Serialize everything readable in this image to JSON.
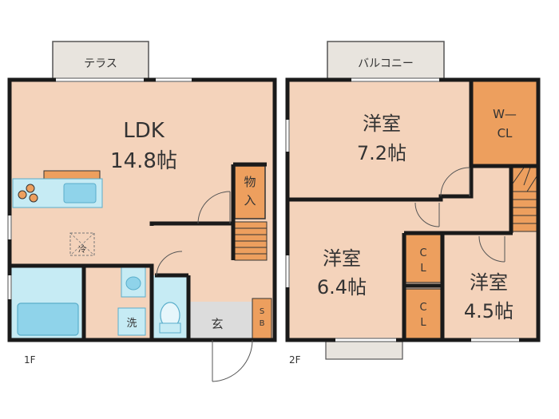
{
  "floor1": {
    "label": "1F",
    "terrace": "テラス",
    "ldk": {
      "name": "LDK",
      "size": "14.8帖"
    },
    "storage": "物入",
    "fridge": "冷",
    "washer": "洗",
    "entrance": "玄",
    "shoe_box": "S B"
  },
  "floor2": {
    "label": "2F",
    "balcony": "バルコニー",
    "room_a": {
      "name": "洋室",
      "size": "7.2帖"
    },
    "walk_in_closet": {
      "line1": "W—",
      "line2": "CL"
    },
    "room_b": {
      "name": "洋室",
      "size": "6.4帖"
    },
    "room_c": {
      "name": "洋室",
      "size": "4.5帖"
    },
    "closet_upper": "C L",
    "closet_lower": "C L"
  },
  "colors": {
    "room_fill": "#f4d3bb",
    "closet_fill": "#ed9f5e",
    "bath_fill": "#c6ebf4",
    "entrance_fill": "#dcdcdc",
    "terrace_fill": "#e8e4de",
    "wall": "#1a1a1a"
  }
}
